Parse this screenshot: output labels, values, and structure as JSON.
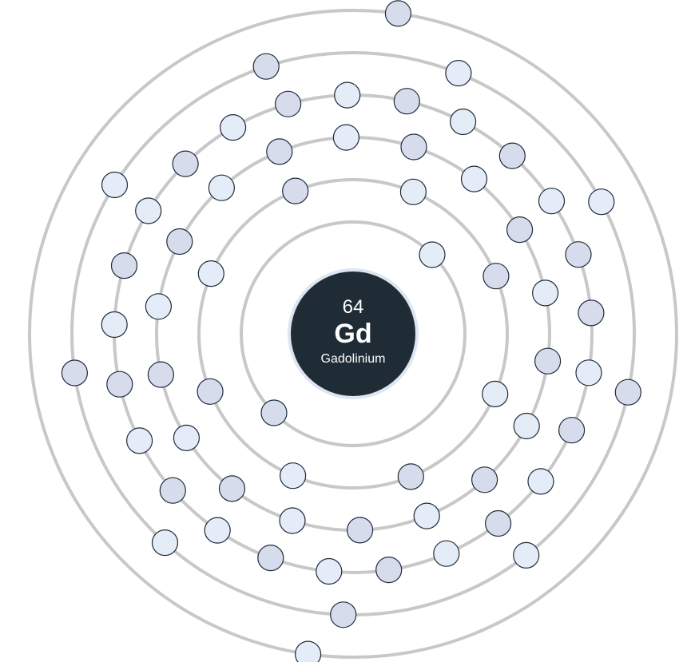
{
  "element": {
    "atomic_number": "64",
    "symbol": "Gd",
    "name": "Gadolinium"
  },
  "shells": [
    {
      "electrons": 2
    },
    {
      "electrons": 8
    },
    {
      "electrons": 18
    },
    {
      "electrons": 25
    },
    {
      "electrons": 9
    },
    {
      "electrons": 2
    }
  ],
  "colors": {
    "electron_fill_shades": [
      "#e3ecf7",
      "#d6dceb"
    ],
    "shell_stroke": "#c8c8c8",
    "nucleus_fill": "#1f2c35"
  }
}
